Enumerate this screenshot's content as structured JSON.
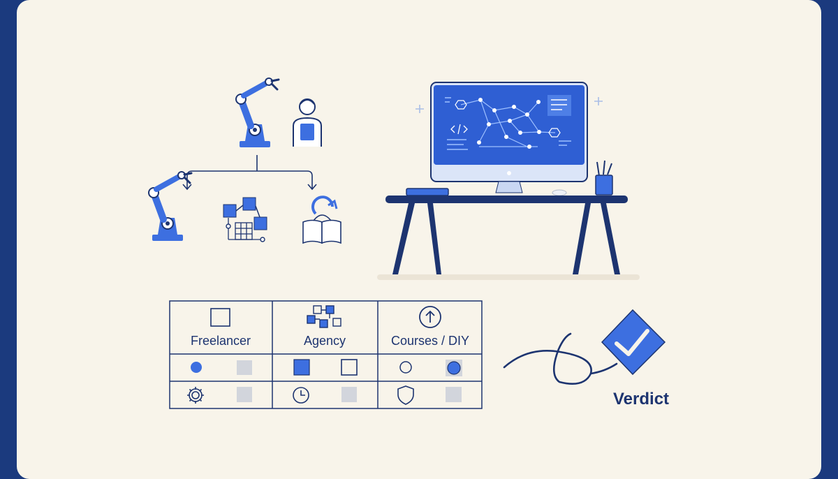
{
  "colors": {
    "frame": "#1b3a7e",
    "background": "#f8f4ea",
    "navy": "#1d3470",
    "accent": "#3d6fe0",
    "light_accent": "#bcd0f4",
    "gray": "#d2d5dc"
  },
  "comparison": {
    "columns": [
      {
        "label": "Freelancer",
        "icon": "square-icon"
      },
      {
        "label": "Agency",
        "icon": "network-icon"
      },
      {
        "label": "Courses / DIY",
        "icon": "arrow-up-circle-icon"
      }
    ]
  },
  "verdict": {
    "label": "Verdict"
  },
  "icons": [
    "robot-arm-icon",
    "person-tablet-icon",
    "blocks-grid-icon",
    "book-refresh-icon",
    "gear-icon",
    "clock-icon",
    "shield-icon",
    "checkmark-badge-icon",
    "monitor-icon",
    "pencil-cup-icon"
  ]
}
